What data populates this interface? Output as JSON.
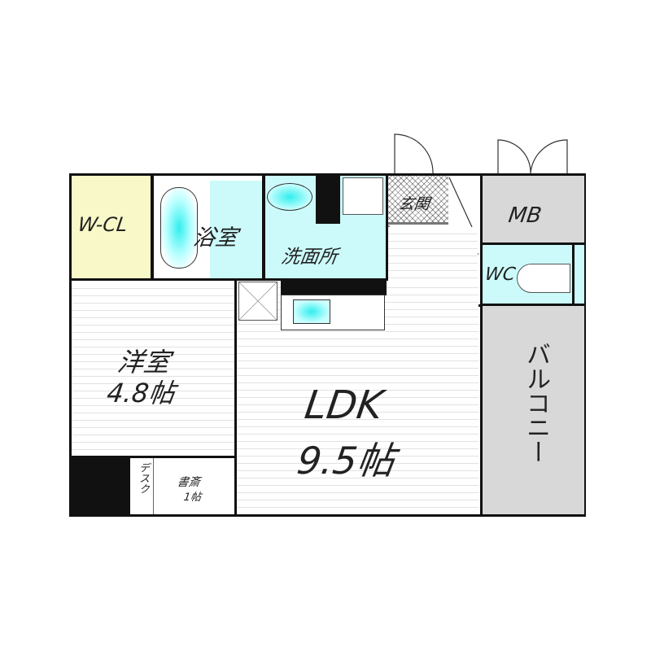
{
  "rooms": {
    "wcl": "W-CL",
    "bath": "浴室",
    "washroom": "洗面所",
    "entrance": "玄関",
    "mb": "MB",
    "wc": "WC",
    "western_room": "洋室",
    "western_room_size": "4.8帖",
    "ldk": "LDK",
    "ldk_size": "9.5帖",
    "balcony": "バルコニー",
    "desk": "デスク",
    "study": "書斎",
    "study_size": "1帖"
  },
  "colors": {
    "closet": "#f8f8c8",
    "wet_area": "#ccfafa",
    "utility": "#d8d8d8",
    "wall": "#111111"
  }
}
